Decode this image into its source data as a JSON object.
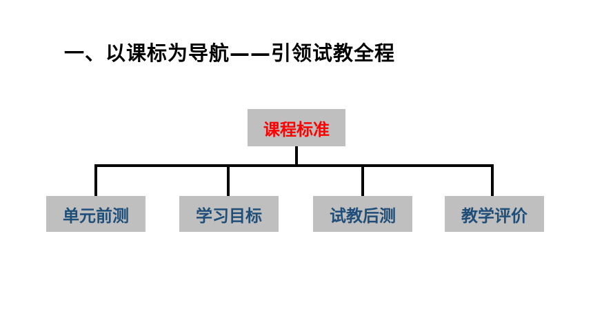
{
  "slide": {
    "title": "一、以课标为导航——引领试教全程"
  },
  "diagram": {
    "root": {
      "label": "课程标准",
      "color": "#ff0000"
    },
    "children": [
      {
        "label": "单元前测"
      },
      {
        "label": "学习目标"
      },
      {
        "label": "试教后测"
      },
      {
        "label": "教学评价"
      }
    ],
    "colors": {
      "box_fill": "#bfbfbf",
      "child_text": "#1f4e79",
      "connector": "#000000"
    }
  }
}
